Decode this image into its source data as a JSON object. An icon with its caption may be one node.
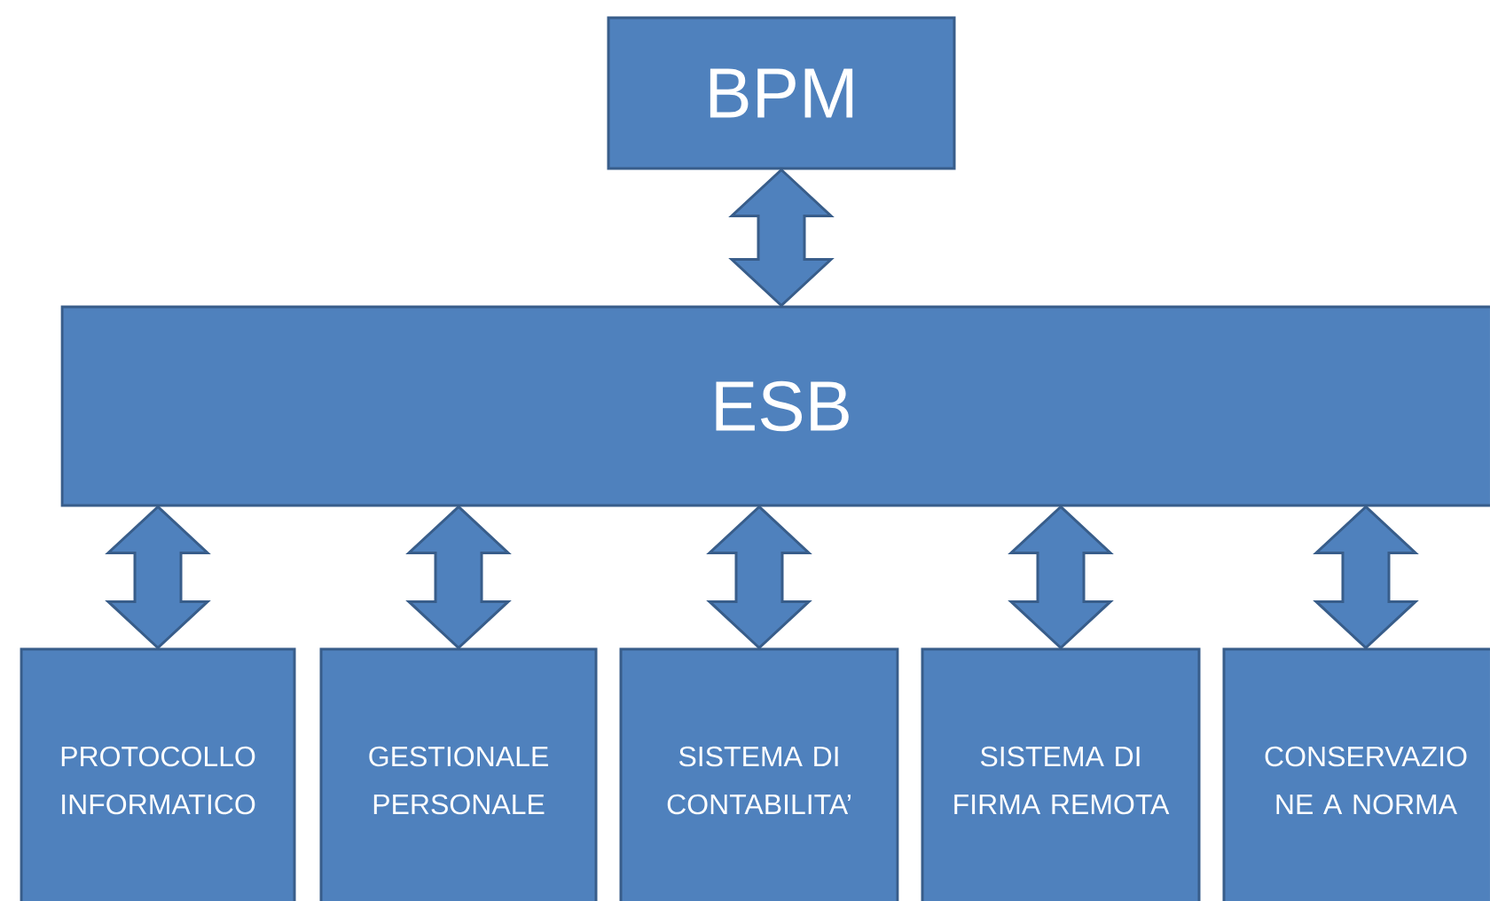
{
  "diagram": {
    "nodes": [
      {
        "text": [
          "BPM"
        ]
      },
      {
        "text": [
          "ESB"
        ]
      },
      {
        "text": [
          "PROTOCOLLO INFORMATICO"
        ]
      },
      {
        "text": [
          "GESTIONALE PERSONALE"
        ]
      },
      {
        "text": [
          "SISTEMA DI CONTABILITA’"
        ]
      },
      {
        "text": [
          "SISTEMA DI FIRMA REMOTA"
        ]
      },
      {
        "text": [
          "CONSERVAZIO NE A NORMA"
        ]
      }
    ],
    "edges": [
      {
        "from": 0,
        "to": 1,
        "arrow": "both"
      },
      {
        "from": 1,
        "to": 2,
        "arrow": "both"
      },
      {
        "from": 1,
        "to": 3,
        "arrow": "both"
      },
      {
        "from": 1,
        "to": 4,
        "arrow": "both"
      },
      {
        "from": 1,
        "to": 5,
        "arrow": "both"
      },
      {
        "from": 1,
        "to": 6,
        "arrow": "both"
      }
    ]
  }
}
